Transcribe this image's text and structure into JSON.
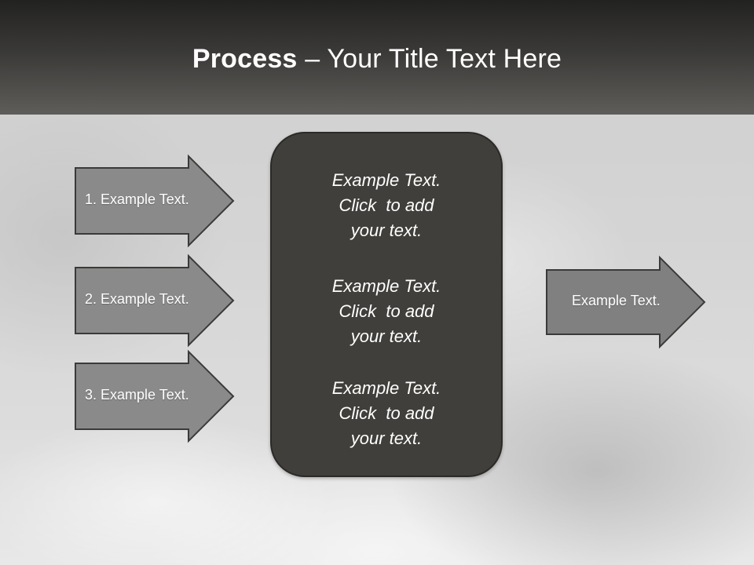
{
  "slide": {
    "title_bold": "Process",
    "title_rest": " – Your Title Text Here"
  },
  "inputs": [
    {
      "label": "1. Example Text."
    },
    {
      "label": "2. Example Text."
    },
    {
      "label": "3. Example Text."
    }
  ],
  "center_box": {
    "blocks": [
      {
        "lines": [
          "Example Text.",
          "Click  to add",
          "your text."
        ]
      },
      {
        "lines": [
          "Example Text.",
          "Click  to add",
          "your text."
        ]
      },
      {
        "lines": [
          "Example Text.",
          "Click  to add",
          "your text."
        ]
      }
    ]
  },
  "output": {
    "label": "Example Text."
  },
  "colors": {
    "title_bar": "#3a3937",
    "arrow_fill": "#8a8a8a",
    "arrow_stroke": "#3a3a38",
    "box_fill": "#403f3b",
    "text": "#ffffff"
  }
}
